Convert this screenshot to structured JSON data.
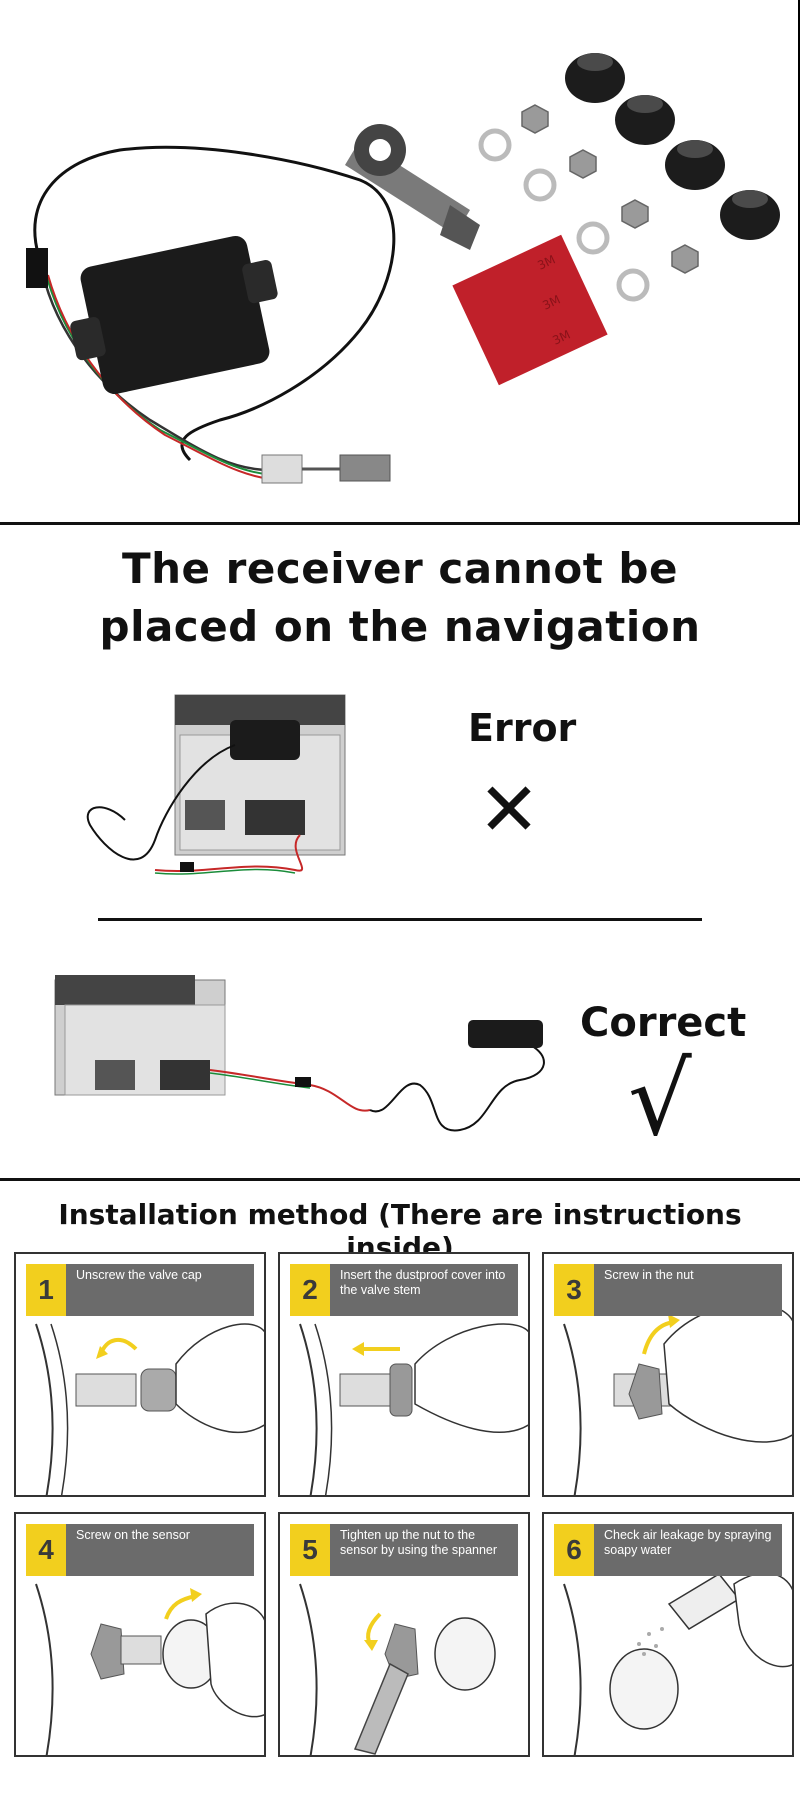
{
  "warning": {
    "headline_line1": "The receiver cannot be",
    "headline_line2": "placed on the navigation",
    "error_label": "Error",
    "error_mark": "✕",
    "correct_label": "Correct",
    "correct_mark": "√"
  },
  "package_text": {
    "tape_label": "3M"
  },
  "installation": {
    "title": "Installation method (There are instructions inside)",
    "steps": [
      {
        "number": "1",
        "text": "Unscrew the valve cap"
      },
      {
        "number": "2",
        "text": "Insert the dustproof cover into the valve stem"
      },
      {
        "number": "3",
        "text": "Screw in the nut"
      },
      {
        "number": "4",
        "text": "Screw on the sensor"
      },
      {
        "number": "5",
        "text": "Tighten up the nut to the sensor by using the spanner"
      },
      {
        "number": "6",
        "text": "Check air leakage by spraying soapy water"
      }
    ]
  },
  "colors": {
    "accent_yellow": "#f2cf1e",
    "bar_gray": "#6b6b6b",
    "tape_red": "#c0202a"
  }
}
